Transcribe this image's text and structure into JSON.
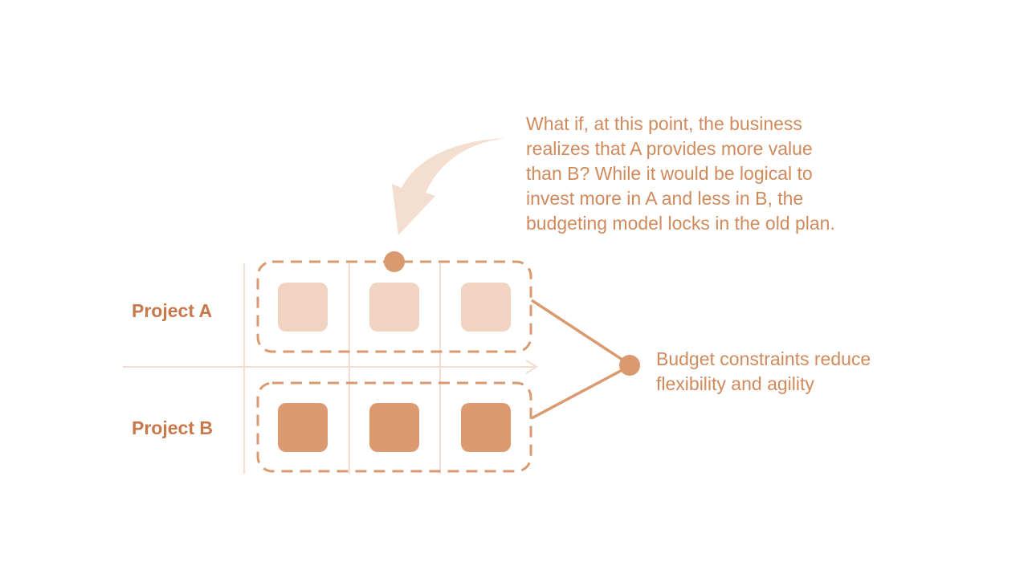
{
  "rows": [
    {
      "label": "Project A",
      "cells": 3,
      "shade": "light"
    },
    {
      "label": "Project B",
      "cells": 3,
      "shade": "dark"
    }
  ],
  "callouts": {
    "top_lines": [
      "What if, at this point, the business",
      "realizes that A provides more value",
      "than B? While it would be logical to",
      "invest more in A and less in B, the",
      "budgeting model locks in the old plan."
    ],
    "right_lines": [
      "Budget constraints reduce",
      "flexibility and agility"
    ]
  },
  "colors": {
    "accent": "#D89A6E",
    "text": "#D08A5C",
    "label": "#C8784A",
    "block_light": "#F0D3C1",
    "block_dark": "#DB9A70",
    "grid_line": "#F2DDD0",
    "arrow": "#F4DED0"
  },
  "icons": {
    "curved_arrow": "curved-arrow-icon",
    "axis_arrow": "arrow-right-icon"
  }
}
